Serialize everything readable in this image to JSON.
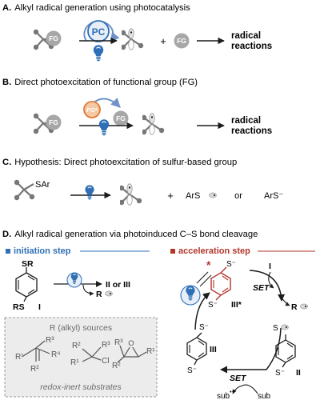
{
  "colors": {
    "accent_blue": "#2f6fb5",
    "accent_red": "#b2352a",
    "fg_gray": "#a7a7a7",
    "bulb_blue": "#2f6fb5",
    "fg_star_orange": "#e07a35",
    "panel_gray": "#ececec",
    "dark": "#1c1c1c"
  },
  "sections": {
    "a": {
      "letter": "A.",
      "title": "Alkyl radical generation using photocatalysis",
      "pc": "PC",
      "fg": "FG",
      "plus": "+",
      "result_line1": "radical",
      "result_line2": "reactions"
    },
    "b": {
      "letter": "B.",
      "title": "Direct photoexcitation of functional group (FG)",
      "fg_star": "FG*",
      "fg": "FG",
      "result_line1": "radical",
      "result_line2": "reactions"
    },
    "c": {
      "letter": "C.",
      "title": "Hypothesis: Direct photoexcitation of sulfur-based group",
      "sar": "SAr",
      "plus": "+",
      "ars1": "ArS",
      "or": "or",
      "ars2": "ArS⁻"
    },
    "d": {
      "letter": "D.",
      "title": "Alkyl radical generation via photoinduced C–S bond cleavage",
      "initiation": "initiation step",
      "acceleration": "acceleration step",
      "sr_top": "SR",
      "rs_bottom": "RS",
      "compound_I": "I",
      "ii_or_iii": "II or III",
      "r_rad": "R",
      "sources_title": "R (alkyl) sources",
      "sources_sub": "redox-inert substrates",
      "alkene": {
        "r1": "R¹",
        "r2": "R²",
        "r3": "R³",
        "r4": "R⁴"
      },
      "chloride": {
        "r1": "R¹",
        "r2": "R²",
        "r3": "R³",
        "cl": "Cl"
      },
      "epoxide": {
        "r1": "R¹",
        "r2": "R²",
        "r3": "R³",
        "o": "O"
      },
      "cycle": {
        "star": "*",
        "s_minus_top": "S⁻",
        "s_minus_bottom": "S⁻",
        "iii_star": "III*",
        "i_label": "I",
        "set1": "SET",
        "r_rad": "R",
        "ii_s": "S",
        "ii_s_minus": "S⁻",
        "ii_label": "II",
        "iii_s_top": "S⁻",
        "iii_s_bottom": "S⁻",
        "iii_label": "III",
        "set2": "SET",
        "sub_rad": "sub",
        "sub_rad_sup": "•+",
        "sub": "sub"
      }
    }
  }
}
